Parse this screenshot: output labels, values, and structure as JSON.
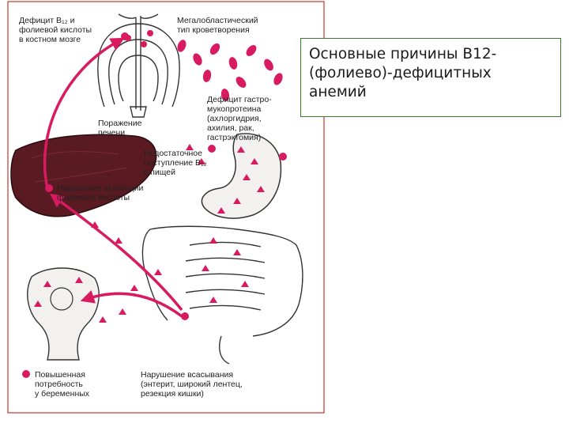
{
  "title": "Основные причины В12-\n(фолиево)-дефицитных\nанемий",
  "labels": {
    "deficit_marrow": "Дефицит B₁₂ и\nфолиевой кислоты\nв костном мозге",
    "megaloblastic": "Мегалобластический\nтип кроветворения",
    "liver_damage": "Поражение\nпечени",
    "gastro_deficit": "Дефицит гастро-\nмукопротеина\n(ахлоргидрия,\nахилия, рак,\nгастрэктомия)",
    "insufficient_intake": "Недостаточное\nпоступление B₁₂\nс пищей",
    "folate_activation": "Нарушение активации\nфолиевой кислоты",
    "pregnancy": "Повышенная\nпотребность\nу беременных",
    "absorption": "Нарушение всасывания\n(энтерит, широкий лентец,\nрезекция кишки)"
  },
  "colors": {
    "accent": "#d81b60",
    "title_border": "#3a7a2a",
    "frame_border": "#c0392b",
    "liver": "#5a1a22"
  }
}
